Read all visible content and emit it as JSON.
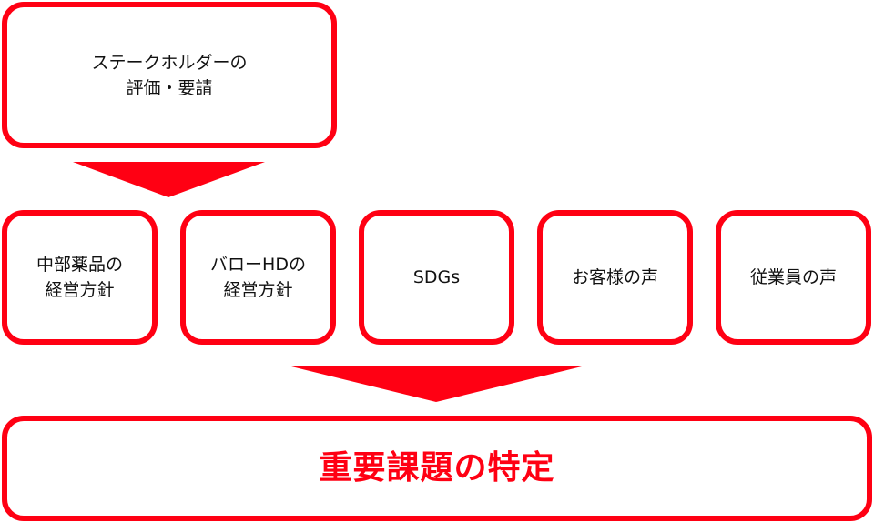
{
  "colors": {
    "accent": "#ff0013",
    "text": "#111111"
  },
  "top_box": {
    "label": "ステークホルダーの\n評価・要請"
  },
  "sources": [
    {
      "label": "中部薬品の\n経営方針"
    },
    {
      "label": "バローHDの\n経営方針"
    },
    {
      "label": "SDGs"
    },
    {
      "label": "お客様の声"
    },
    {
      "label": "従業員の声"
    }
  ],
  "result_box": {
    "label": "重要課題の特定"
  }
}
